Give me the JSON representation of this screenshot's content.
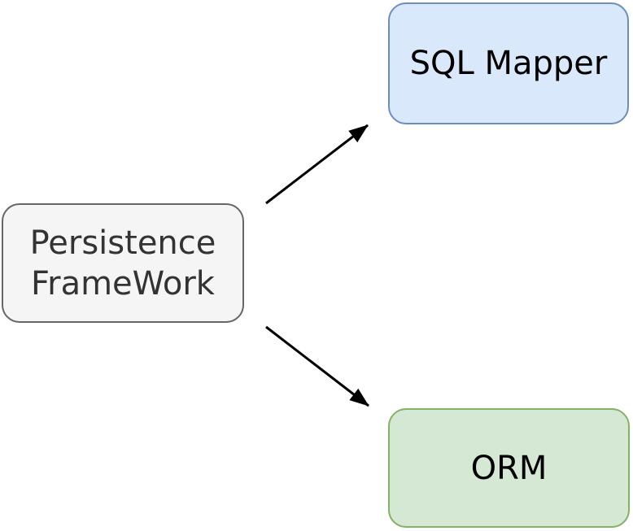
{
  "diagram": {
    "nodes": [
      {
        "id": "persistence-framework",
        "label": "Persistence FrameWork",
        "label_lines": [
          "Persistence",
          "FrameWork"
        ],
        "fill": "#f5f5f5",
        "border": "#666666",
        "text_color": "#333333"
      },
      {
        "id": "sql-mapper",
        "label": "SQL Mapper",
        "fill": "#dae8fc",
        "border": "#6c8ebf",
        "text_color": "#000000"
      },
      {
        "id": "orm",
        "label": "ORM",
        "fill": "#d5e8d4",
        "border": "#82b366",
        "text_color": "#000000"
      }
    ],
    "edges": [
      {
        "from": "persistence-framework",
        "to": "sql-mapper",
        "color": "#000000",
        "style": "arrow"
      },
      {
        "from": "persistence-framework",
        "to": "orm",
        "color": "#000000",
        "style": "arrow"
      }
    ]
  }
}
